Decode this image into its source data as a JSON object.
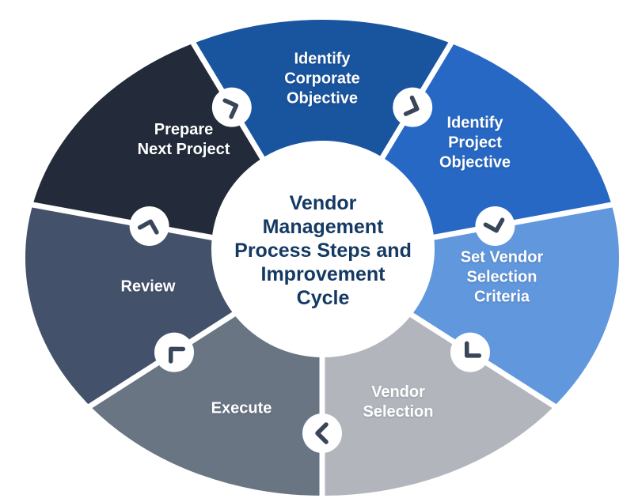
{
  "diagram": {
    "type": "process-cycle",
    "flow": "clockwise",
    "title": "Vendor\nManagement\nProcess Steps and\nImprovement\nCycle",
    "title_color": "#143A63",
    "background_color": "#FFFFFF",
    "label_color": "#FFFFFF",
    "divider_color": "#FFFFFF",
    "connector_circle_color": "#FFFFFF",
    "connector_chevron_color": "#39465A",
    "segments": [
      {
        "label": "Identify\nCorporate\nObjective",
        "color": "#19549F"
      },
      {
        "label": "Identify\nProject\nObjective",
        "color": "#2768C5"
      },
      {
        "label": "Set Vendor\nSelection\nCriteria",
        "color": "#6197DD"
      },
      {
        "label": "Vendor\nSelection",
        "color": "#B2B6BC"
      },
      {
        "label": "Execute",
        "color": "#6A7583"
      },
      {
        "label": "Review",
        "color": "#43526A"
      },
      {
        "label": "Prepare\nNext Project",
        "color": "#232B3A"
      }
    ]
  }
}
